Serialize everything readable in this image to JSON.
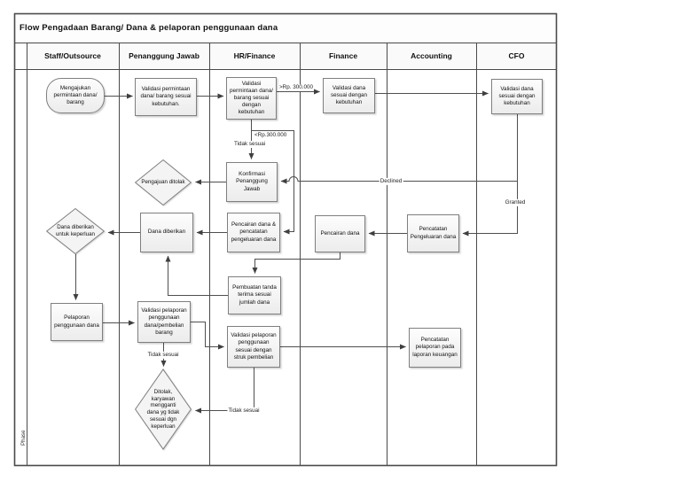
{
  "diagram": {
    "title": "Flow Pengadaan Barang/ Dana & pelaporan penggunaan dana",
    "phase_label": "Phase",
    "lanes": [
      {
        "label": "Staff/Outsource"
      },
      {
        "label": "Penanggung Jawab"
      },
      {
        "label": "HR/Finance"
      },
      {
        "label": "Finance"
      },
      {
        "label": "Accounting"
      },
      {
        "label": "CFO"
      }
    ],
    "nodes": {
      "mengajukan": {
        "type": "terminator",
        "lane": "Staff/Outsource",
        "text": "Mengajukan permintaan dana/ barang"
      },
      "pj_validasi": {
        "type": "process",
        "lane": "Penanggung Jawab",
        "text": "Validasi permintaan dana/ barang sesuai kebutuhan."
      },
      "hr_validasi": {
        "type": "process",
        "lane": "HR/Finance",
        "text": "Validasi permintaan dana/ barang sesuai dengan kebutuhan"
      },
      "fin_validasi": {
        "type": "process",
        "lane": "Finance",
        "text": "Validasi dana sesuai dengan kebutuhan"
      },
      "cfo_validasi": {
        "type": "process",
        "lane": "CFO",
        "text": "Validasi dana sesuai dengan kebutuhan"
      },
      "konfirmasi": {
        "type": "process",
        "lane": "HR/Finance",
        "text": "Konfirmasi Penanggung Jawab"
      },
      "pengajuan_ditolak": {
        "type": "decision",
        "lane": "Penanggung Jawab",
        "text": "Pengajuan ditolak"
      },
      "dana_diberikan": {
        "type": "process",
        "lane": "Penanggung Jawab",
        "text": "Dana diberikan"
      },
      "pencairan_pencatatan": {
        "type": "process",
        "lane": "HR/Finance",
        "text": "Pencairan dana & pencatatan pengeluaran dana"
      },
      "pencairan_dana": {
        "type": "process",
        "lane": "Finance",
        "text": "Pencairan dana"
      },
      "pencatatan_pengeluaran": {
        "type": "process",
        "lane": "Accounting",
        "text": "Pencatatan Pengeluaran dana"
      },
      "dana_untuk_keperluan": {
        "type": "decision",
        "lane": "Staff/Outsource",
        "text": "Dana diberikan untuk keperluan"
      },
      "pembuatan_tanda_terima": {
        "type": "process",
        "lane": "HR/Finance",
        "text": "Pembuatan tanda terima sesuai jumlah dana"
      },
      "pelaporan": {
        "type": "process",
        "lane": "Staff/Outsource",
        "text": "Pelaporan penggunaan dana"
      },
      "validasi_pelaporan_pj": {
        "type": "process",
        "lane": "Penanggung Jawab",
        "text": "Validasi pelaporan penggunaan dana/pembelian barang"
      },
      "validasi_pelaporan_hr": {
        "type": "process",
        "lane": "HR/Finance",
        "text": "Validasi pelaporan penggunaan sesuai dengan struk pembelian"
      },
      "pencatatan_pelaporan": {
        "type": "process",
        "lane": "Accounting",
        "text": "Pencatatan pelaporan pada laporan keuangan"
      },
      "ditolak_karyawan": {
        "type": "decision",
        "lane": "Penanggung Jawab",
        "text": "Ditolak, karyawan mengganti dana yg tidak sesuai dgn keperluan"
      }
    },
    "edge_labels": {
      "gt_300k": ">Rp. 300.000",
      "lt_300k": "<Rp.300.000",
      "tidak_sesuai_1": "Tidak sesuai",
      "tidak_sesuai_2": "Tidak sesuai",
      "tidak_sesuai_3": "Tidak sesuai",
      "declined": "Declined",
      "granted": "Granted"
    },
    "colors": {
      "line": "#4f4f4f",
      "grid": "#4a4a4a",
      "node_border": "#7f7f7f",
      "node_fill": "#f4f4f4",
      "header_fill": "#fafafa",
      "text": "#111111"
    }
  }
}
